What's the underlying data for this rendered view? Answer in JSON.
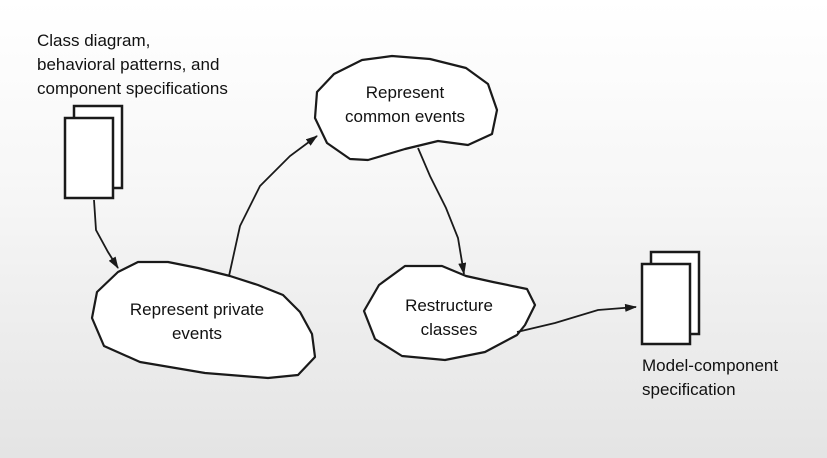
{
  "inputs": {
    "label_lines": [
      "Class diagram,",
      "behavioral patterns, and",
      "component specifications"
    ]
  },
  "processes": {
    "private_events": [
      "Represent private",
      "events"
    ],
    "common_events": [
      "Represent",
      "common events"
    ],
    "restructure": [
      "Restructure",
      "classes"
    ]
  },
  "output": {
    "label_lines": [
      "Model-component",
      "specification"
    ]
  },
  "colors": {
    "stroke": "#1a1a1a",
    "fill": "#ffffff"
  }
}
